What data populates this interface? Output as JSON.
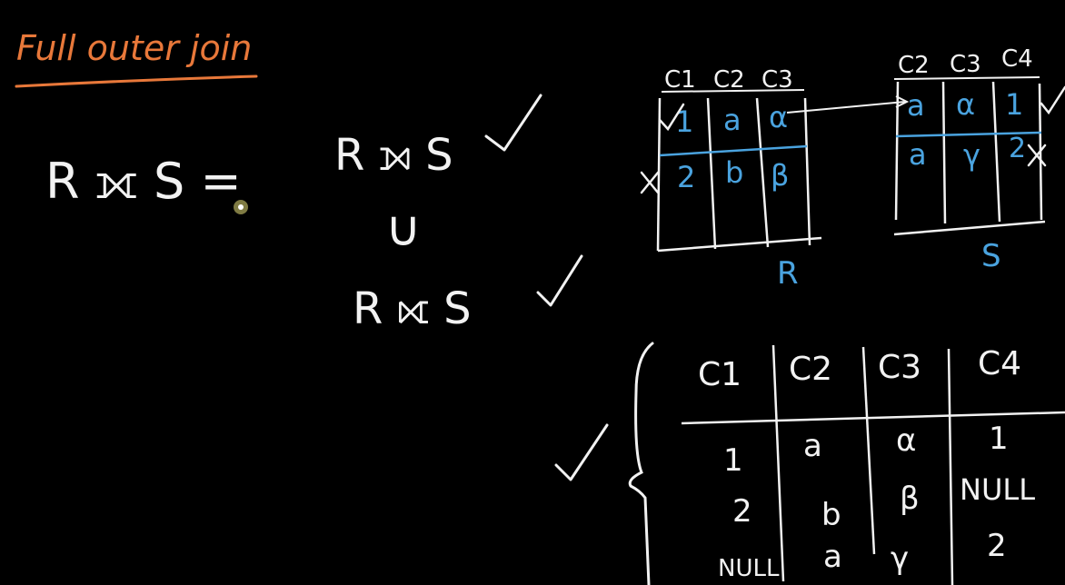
{
  "title": "Full outer join",
  "colors": {
    "chalk": "#f2f2f2",
    "orange": "#e8783a",
    "blue": "#4aa3df",
    "dot": "#e8e07a"
  },
  "icons": {
    "check": "check-mark-icon",
    "cross": "cross-mark-icon",
    "pointer": "cursor-dot-icon"
  },
  "formula": {
    "lhs": "R ⟗ S =",
    "left_join": "R ⟕ S",
    "union": "∪",
    "right_join": "R ⟖ S"
  },
  "table_r": {
    "name": "R",
    "headers": [
      "C1",
      "C2",
      "C3"
    ],
    "rows": [
      [
        "1",
        "a",
        "α"
      ],
      [
        "2",
        "b",
        "β"
      ]
    ]
  },
  "table_s": {
    "name": "S",
    "headers": [
      "C2",
      "C3",
      "C4"
    ],
    "rows": [
      [
        "a",
        "α",
        "1"
      ],
      [
        "a",
        "γ",
        "2"
      ]
    ]
  },
  "result": {
    "headers": [
      "C1",
      "C2",
      "C3",
      "C4"
    ],
    "rows": [
      [
        "1",
        "a",
        "α",
        "1"
      ],
      [
        "2",
        "b",
        "β",
        "NULL"
      ],
      [
        "NULL",
        "a",
        "γ",
        "2"
      ]
    ]
  }
}
